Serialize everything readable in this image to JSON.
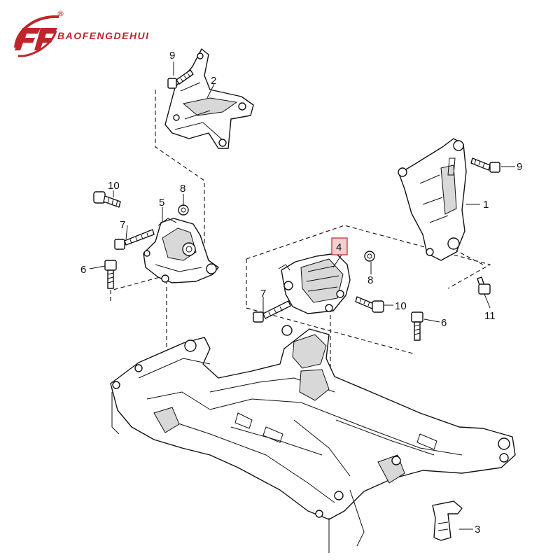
{
  "brand": {
    "name": "BAOFENGDEHUI",
    "registered_mark": "®",
    "accent_color": "#c0252b"
  },
  "diagram": {
    "callouts": [
      {
        "id": "c9a",
        "text": "9"
      },
      {
        "id": "c2",
        "text": "2"
      },
      {
        "id": "c10a",
        "text": "10"
      },
      {
        "id": "c8a",
        "text": "8"
      },
      {
        "id": "c5",
        "text": "5"
      },
      {
        "id": "c7a",
        "text": "7"
      },
      {
        "id": "c6a",
        "text": "6"
      },
      {
        "id": "c9b",
        "text": "9"
      },
      {
        "id": "c1",
        "text": "1"
      },
      {
        "id": "c4",
        "text": "4",
        "highlighted": true
      },
      {
        "id": "c8b",
        "text": "8"
      },
      {
        "id": "c7b",
        "text": "7"
      },
      {
        "id": "c10b",
        "text": "10"
      },
      {
        "id": "c6b",
        "text": "6"
      },
      {
        "id": "c11",
        "text": "11"
      },
      {
        "id": "c3",
        "text": "3"
      }
    ]
  }
}
